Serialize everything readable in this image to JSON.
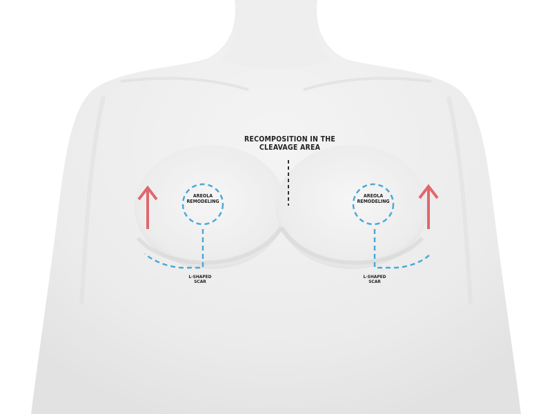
{
  "labels": {
    "cleavage": [
      "RECOMPOSITION IN THE",
      "CLEAVAGE AREA"
    ],
    "areola_left": [
      "AREOLA",
      "REMODELING"
    ],
    "areola_right": [
      "AREOLA",
      "REMODELING"
    ],
    "scar_left": [
      "L-SHAPED",
      "SCAR"
    ],
    "scar_right": [
      "L-SHAPED",
      "SCAR"
    ]
  },
  "colors": {
    "background": "#ffffff",
    "body": "#ebebeb",
    "shadow": "#d9d9d9",
    "dashed_guide": "#4aa8d8",
    "arrow": "#e0676d",
    "center_line": "#333333",
    "text": "#222222"
  }
}
